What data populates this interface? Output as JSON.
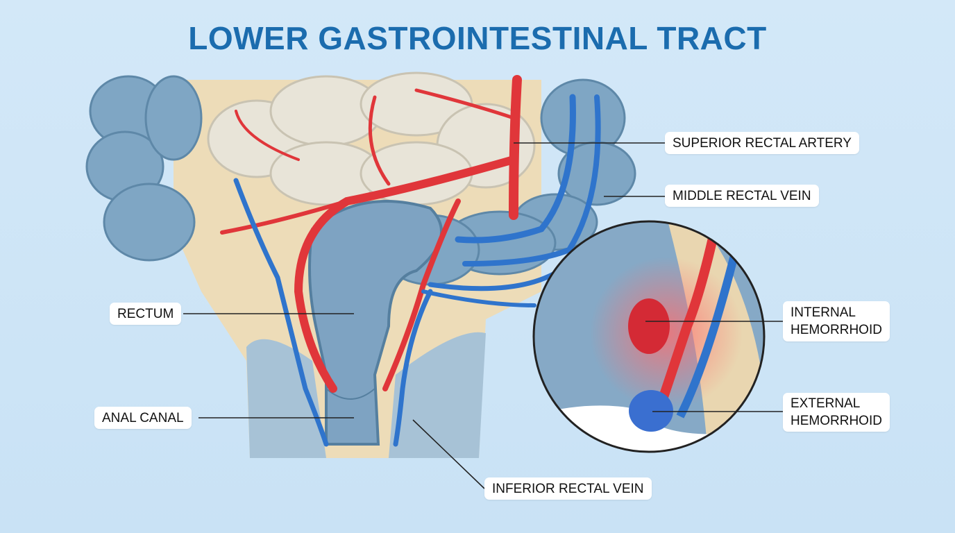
{
  "title": "LOWER GASTROINTESTINAL TRACT",
  "labels": {
    "superior_rectal_artery": "SUPERIOR RECTAL ARTERY",
    "middle_rectal_vein": "MIDDLE RECTAL VEIN",
    "rectum": "RECTUM",
    "anal_canal": "ANAL CANAL",
    "inferior_rectal_vein": "INFERIOR RECTAL VEIN",
    "internal_hemorrhoid": [
      "INTERNAL",
      "HEMORRHOID"
    ],
    "external_hemorrhoid": [
      "EXTERNAL",
      "HEMORRHOID"
    ]
  },
  "colors": {
    "title": "#1b6cae",
    "artery": "#e0363a",
    "vein": "#2f74cc",
    "tissue": "#7fa6c4",
    "fat": "#efdcb4"
  }
}
